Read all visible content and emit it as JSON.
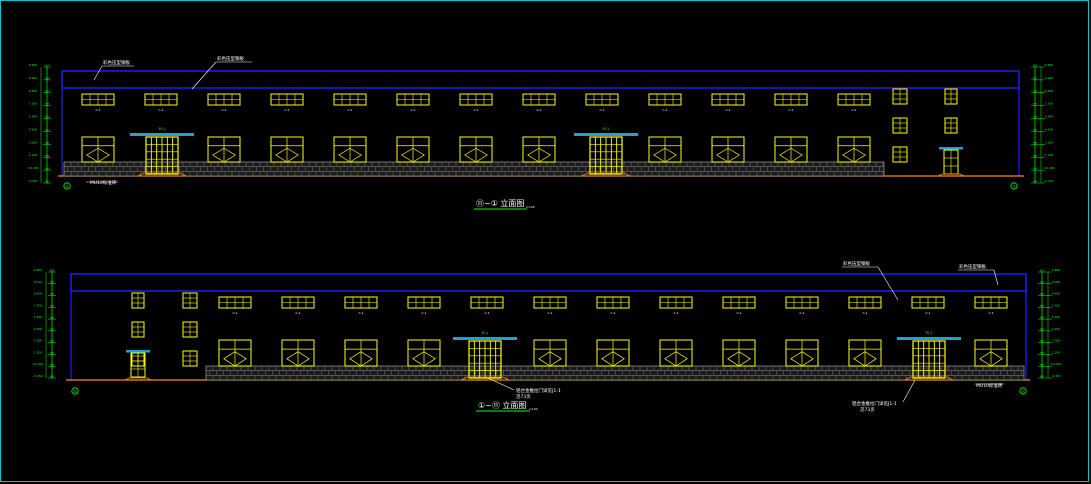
{
  "elevation_top": {
    "title": "⑪~① 立面图",
    "scale": "1:100",
    "axis_left": "①",
    "axis_right": "①",
    "notes": [
      "彩色压型钢板",
      "彩色压型钢板",
      "MU10标准砖"
    ],
    "window_tag": "C-1",
    "door_tag": "M-1"
  },
  "elevation_bottom": {
    "title": "①~⑪ 立面图",
    "scale": "1:100",
    "axis_left": "①",
    "axis_right": "⑪",
    "notes": [
      "彩色压型钢板",
      "彩色压型钢板",
      "MU10标准砖"
    ],
    "callout_1": [
      "铝合金推拉门详见J1-1",
      "见73页"
    ],
    "callout_2": [
      "铝合金推拉门详见J1-1",
      "见73页"
    ],
    "window_tag": "C-1",
    "door_tag": "M-1"
  },
  "levels": [
    "9.800",
    "9.000",
    "8.400",
    "7.200",
    "5.400",
    "4.200",
    "3.000",
    "1.200",
    "±0.000",
    "-0.450"
  ],
  "colors": {
    "background": "#000000",
    "frame": "#00c8c8",
    "outline": "#1f1fff",
    "openings": "#ffff00",
    "plinth": "#8c8c8c",
    "ground": "#ff8c00",
    "dims": "#00ff00",
    "canopy": "#1ea0d8",
    "text": "#ffffff"
  }
}
